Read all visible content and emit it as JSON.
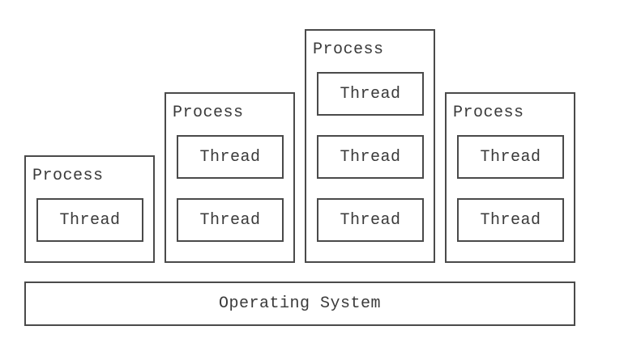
{
  "processes": [
    {
      "label": "Process",
      "threads": [
        "Thread"
      ]
    },
    {
      "label": "Process",
      "threads": [
        "Thread",
        "Thread"
      ]
    },
    {
      "label": "Process",
      "threads": [
        "Thread",
        "Thread",
        "Thread"
      ]
    },
    {
      "label": "Process",
      "threads": [
        "Thread",
        "Thread"
      ]
    }
  ],
  "os": {
    "label": "Operating System"
  },
  "colors": {
    "stroke": "#4a4a4a",
    "text": "#3a3a3a",
    "background": "#ffffff"
  }
}
